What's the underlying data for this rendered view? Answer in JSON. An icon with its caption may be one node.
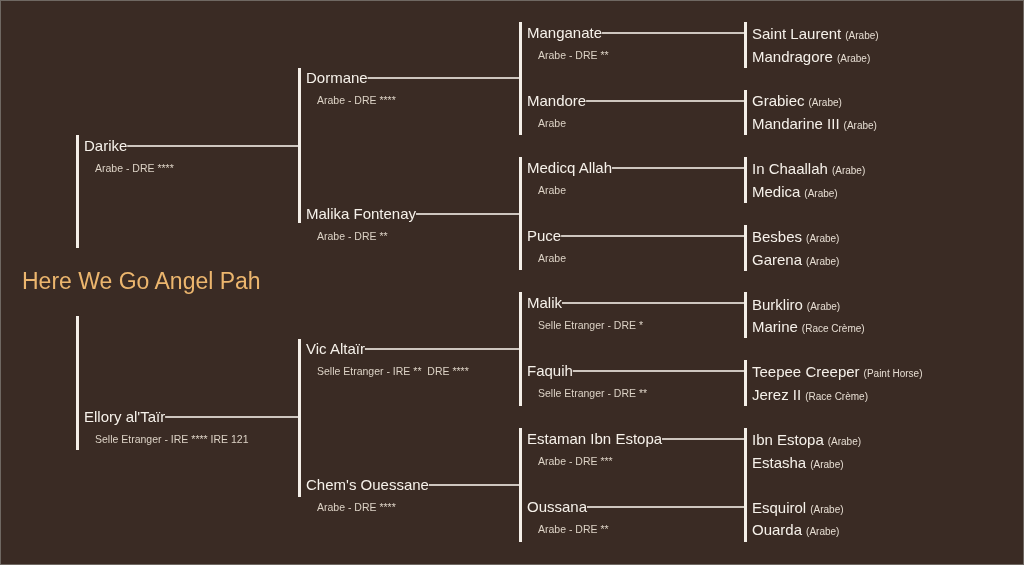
{
  "diagram": {
    "title": "Here We Go Angel Pah",
    "nodes": [
      {
        "text": [
          "Darike"
        ],
        "beside": [
          "Arabe - DRE ****"
        ]
      },
      {
        "text": [
          "Ellory al'Taïr"
        ],
        "beside": [
          "Selle Etranger - IRE **** IRE 121"
        ]
      },
      {
        "text": [
          "Dormane"
        ],
        "beside": [
          "Arabe - DRE ****"
        ]
      },
      {
        "text": [
          "Malika Fontenay"
        ],
        "beside": [
          "Arabe - DRE **"
        ]
      },
      {
        "text": [
          "Vic Altaïr"
        ],
        "beside": [
          "Selle Etranger - IRE **  DRE ****"
        ]
      },
      {
        "text": [
          "Chem's Ouessane"
        ],
        "beside": [
          "Arabe - DRE ****"
        ]
      },
      {
        "text": [
          "Manganate"
        ],
        "beside": [
          "Arabe - DRE **"
        ]
      },
      {
        "text": [
          "Mandore"
        ],
        "beside": [
          "Arabe"
        ]
      },
      {
        "text": [
          "Medicq Allah"
        ],
        "beside": [
          "Arabe"
        ]
      },
      {
        "text": [
          "Puce"
        ],
        "beside": [
          "Arabe"
        ]
      },
      {
        "text": [
          "Malik"
        ],
        "beside": [
          "Selle Etranger - DRE *"
        ]
      },
      {
        "text": [
          "Faquih"
        ],
        "beside": [
          "Selle Etranger - DRE **"
        ]
      },
      {
        "text": [
          "Estaman Ibn Estopa"
        ],
        "beside": [
          "Arabe - DRE ***"
        ]
      },
      {
        "text": [
          "Oussana"
        ],
        "beside": [
          "Arabe - DRE **"
        ]
      },
      {
        "text": [
          "Saint Laurent"
        ],
        "beside": [
          "(Arabe)"
        ]
      },
      {
        "text": [
          "Mandragore"
        ],
        "beside": [
          "(Arabe)"
        ]
      },
      {
        "text": [
          "Grabiec"
        ],
        "beside": [
          "(Arabe)"
        ]
      },
      {
        "text": [
          "Mandarine III"
        ],
        "beside": [
          "(Arabe)"
        ]
      },
      {
        "text": [
          "In Chaallah"
        ],
        "beside": [
          "(Arabe)"
        ]
      },
      {
        "text": [
          "Medica"
        ],
        "beside": [
          "(Arabe)"
        ]
      },
      {
        "text": [
          "Besbes"
        ],
        "beside": [
          "(Arabe)"
        ]
      },
      {
        "text": [
          "Garena"
        ],
        "beside": [
          "(Arabe)"
        ]
      },
      {
        "text": [
          "Burkliro"
        ],
        "beside": [
          "(Arabe)"
        ]
      },
      {
        "text": [
          "Marine"
        ],
        "beside": [
          "(Race Crème)"
        ]
      },
      {
        "text": [
          "Teepee Creeper"
        ],
        "beside": [
          "(Paint Horse)"
        ]
      },
      {
        "text": [
          "Jerez II"
        ],
        "beside": [
          "(Race Crème)"
        ]
      },
      {
        "text": [
          "Ibn Estopa"
        ],
        "beside": [
          "(Arabe)"
        ]
      },
      {
        "text": [
          "Estasha"
        ],
        "beside": [
          "(Arabe)"
        ]
      },
      {
        "text": [
          "Esquirol"
        ],
        "beside": [
          "(Arabe)"
        ]
      },
      {
        "text": [
          "Ouarda"
        ],
        "beside": [
          "(Arabe)"
        ]
      }
    ],
    "edges": [
      {
        "from": 0,
        "to": 2,
        "arrow": "none"
      },
      {
        "from": 0,
        "to": 3,
        "arrow": "none"
      },
      {
        "from": 1,
        "to": 4,
        "arrow": "none"
      },
      {
        "from": 1,
        "to": 5,
        "arrow": "none"
      },
      {
        "from": 2,
        "to": 6,
        "arrow": "none"
      },
      {
        "from": 2,
        "to": 7,
        "arrow": "none"
      },
      {
        "from": 3,
        "to": 8,
        "arrow": "none"
      },
      {
        "from": 3,
        "to": 9,
        "arrow": "none"
      },
      {
        "from": 4,
        "to": 10,
        "arrow": "none"
      },
      {
        "from": 4,
        "to": 11,
        "arrow": "none"
      },
      {
        "from": 5,
        "to": 12,
        "arrow": "none"
      },
      {
        "from": 5,
        "to": 13,
        "arrow": "none"
      },
      {
        "from": 6,
        "to": 14,
        "arrow": "none"
      },
      {
        "from": 6,
        "to": 15,
        "arrow": "none"
      },
      {
        "from": 7,
        "to": 16,
        "arrow": "none"
      },
      {
        "from": 7,
        "to": 17,
        "arrow": "none"
      },
      {
        "from": 8,
        "to": 18,
        "arrow": "none"
      },
      {
        "from": 8,
        "to": 19,
        "arrow": "none"
      },
      {
        "from": 9,
        "to": 20,
        "arrow": "none"
      },
      {
        "from": 9,
        "to": 21,
        "arrow": "none"
      },
      {
        "from": 10,
        "to": 22,
        "arrow": "none"
      },
      {
        "from": 10,
        "to": 23,
        "arrow": "none"
      },
      {
        "from": 11,
        "to": 24,
        "arrow": "none"
      },
      {
        "from": 11,
        "to": 25,
        "arrow": "none"
      },
      {
        "from": 12,
        "to": 26,
        "arrow": "none"
      },
      {
        "from": 12,
        "to": 27,
        "arrow": "none"
      },
      {
        "from": 13,
        "to": 28,
        "arrow": "none"
      },
      {
        "from": 13,
        "to": 29,
        "arrow": "none"
      }
    ]
  }
}
